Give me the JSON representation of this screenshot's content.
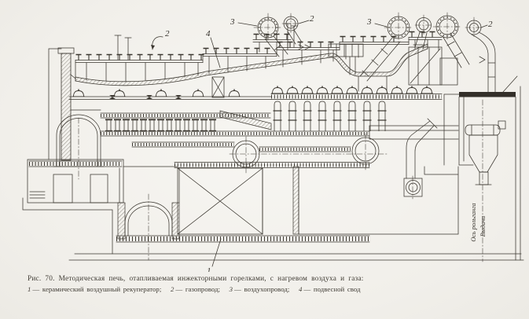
{
  "figure": {
    "callouts": {
      "gas_pipe_left": "2",
      "suspended_roof": "4",
      "air_pipe_left": "3",
      "gas_pipe_mid": "2",
      "air_pipe_right": "3",
      "gas_pipe_right": "2",
      "recuperator": "1"
    },
    "axis_note": {
      "line1": "Ось рольганга",
      "line2": "Выдачи"
    }
  },
  "caption": {
    "title": "Рис. 70. Методическая печь, отапливаемая инжекторными горелками, с нагревом воздуха и газа:",
    "legend": [
      {
        "num": "1",
        "text": "— керамический воздушный рекуператор;"
      },
      {
        "num": "2",
        "text": "— газопровод;"
      },
      {
        "num": "3",
        "text": "— воздухопровод;"
      },
      {
        "num": "4",
        "text": "— подвесной свод"
      }
    ]
  }
}
